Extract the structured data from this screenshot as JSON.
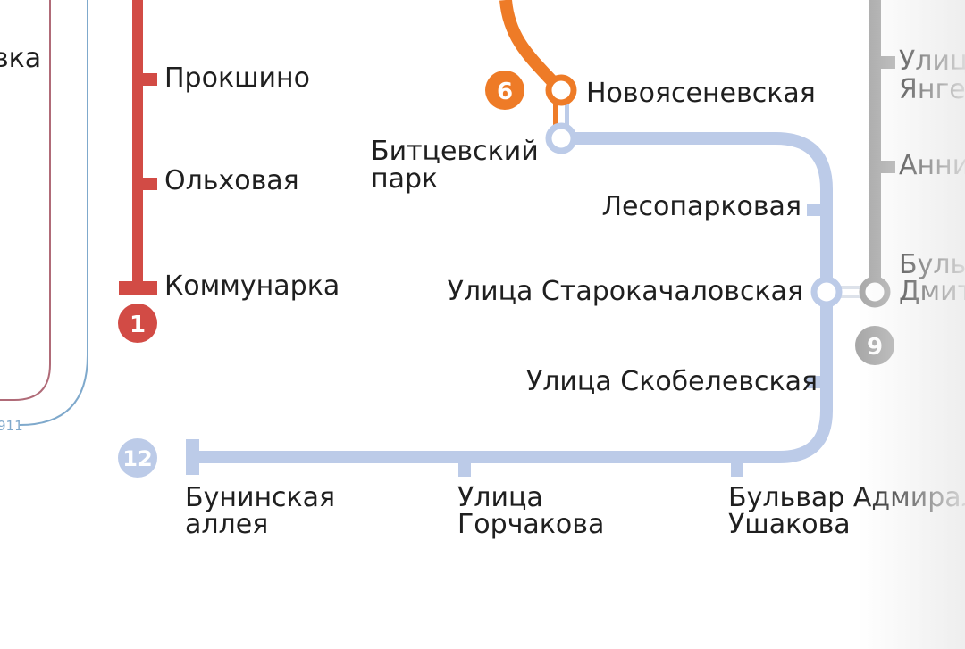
{
  "colors": {
    "line1": "#d24b45",
    "line6": "#ee7b27",
    "line9": "#a8a8a8",
    "line12": "#bccbe8",
    "outer_red": "#b06b78",
    "outer_blue": "#7fa9cc"
  },
  "lines": {
    "l1": "1",
    "l6": "6",
    "l9": "9",
    "l12": "12"
  },
  "edge_labels": {
    "left_partial": "вка",
    "left_small": "911"
  },
  "stations": {
    "prokshino": "Прокшино",
    "olkhovaya": "Ольховая",
    "kommunarka": "Коммунарка",
    "novoyasenevskaya": "Новоясеневская",
    "bittsevsky_1": "Битцевский",
    "bittsevsky_2": "парк",
    "lesoparkovaya": "Лесопарковая",
    "starokachalovskaya": "Улица Старокачаловская",
    "skobelevskaya": "Улица Скобелевская",
    "buninskaya_1": "Бунинская",
    "buninskaya_2": "аллея",
    "gorchakova_1": "Улица",
    "gorchakova_2": "Горчакова",
    "ushakova_1": "Бульвар Адмирала",
    "ushakova_2": "Ушакова",
    "yangelya_1": "Улица",
    "yangelya_2": "Янгеля",
    "annino": "Аннино",
    "donskogo_1": "Бульвар",
    "donskogo_2": "Дмитрия Донского"
  }
}
